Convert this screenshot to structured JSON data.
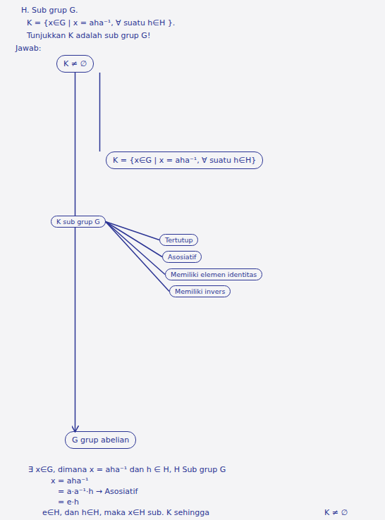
{
  "diagram": {
    "nodes": [
      {
        "text": [
          "K ≠ ∅"
        ]
      },
      {
        "text": [
          "K = {x∈G | x = aha⁻¹, ∀ suatu h∈H}"
        ]
      },
      {
        "text": [
          "K sub grup G"
        ]
      },
      {
        "text": [
          "Tertutup"
        ]
      },
      {
        "text": [
          "Asosiatif"
        ]
      },
      {
        "text": [
          "Memiliki elemen identitas"
        ]
      },
      {
        "text": [
          "Memiliki invers"
        ]
      },
      {
        "text": [
          "G grup abelian"
        ]
      }
    ],
    "edges": [
      {
        "from": 0,
        "to": 1,
        "arrow": "none"
      },
      {
        "from": 0,
        "to": 2,
        "arrow": "none"
      },
      {
        "from": 2,
        "to": 7,
        "arrow": "to"
      },
      {
        "from": 2,
        "to": 3,
        "arrow": "none"
      },
      {
        "from": 2,
        "to": 4,
        "arrow": "none"
      },
      {
        "from": 2,
        "to": 5,
        "arrow": "none"
      },
      {
        "from": 2,
        "to": 6,
        "arrow": "none"
      }
    ],
    "labels": [
      "H. Sub grup G.",
      "K = {x∈G | x = aha⁻¹, ∀ suatu h∈H }.",
      "Tunjukkan K adalah sub grup G!",
      "Jawab:",
      "∃ x∈G, dimana x = aha⁻¹ dan h ∈ H, H Sub grup G",
      "x = aha⁻¹",
      "= a·a⁻¹·h → Asosiatif",
      "= e·h",
      "e∈H, dan h∈H, maka x∈H sub. K sehingga",
      "K ≠ ∅"
    ]
  }
}
